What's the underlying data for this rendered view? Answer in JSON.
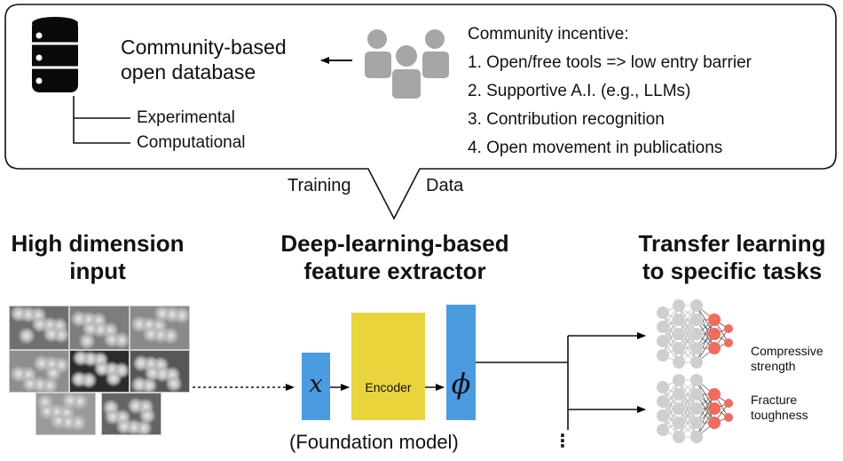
{
  "database": {
    "title_line1": "Community-based",
    "title_line2": "open database",
    "branches": [
      "Experimental",
      "Computational"
    ]
  },
  "incentive": {
    "heading": "Community incentive:",
    "items": [
      "1.  Open/free tools => low entry barrier",
      "2.  Supportive A.I. (e.g., LLMs)",
      "3.  Contribution recognition",
      "4.  Open movement in publications"
    ]
  },
  "callout": {
    "left_label": "Training",
    "right_label": "Data"
  },
  "columns": {
    "input_heading_line1": "High dimension",
    "input_heading_line2": "input",
    "extractor_heading_line1": "Deep-learning-based",
    "extractor_heading_line2": "feature extractor",
    "transfer_heading_line1": "Transfer learning",
    "transfer_heading_line2": "to specific tasks"
  },
  "model": {
    "input_symbol": "x",
    "encoder_label": "Encoder",
    "output_symbol": "ϕ",
    "caption": "(Foundation model)"
  },
  "tasks": [
    {
      "line1": "Compressive",
      "line2": "strength"
    },
    {
      "line1": "Fracture",
      "line2": "toughness"
    }
  ],
  "more_symbol": "⋮",
  "colors": {
    "vector_blue": "#4a9be0",
    "encoder_yellow": "#ead43c",
    "people_gray": "#a6a6a6",
    "node_gray": "#cfcfcf",
    "node_red": "#f26b5c"
  }
}
